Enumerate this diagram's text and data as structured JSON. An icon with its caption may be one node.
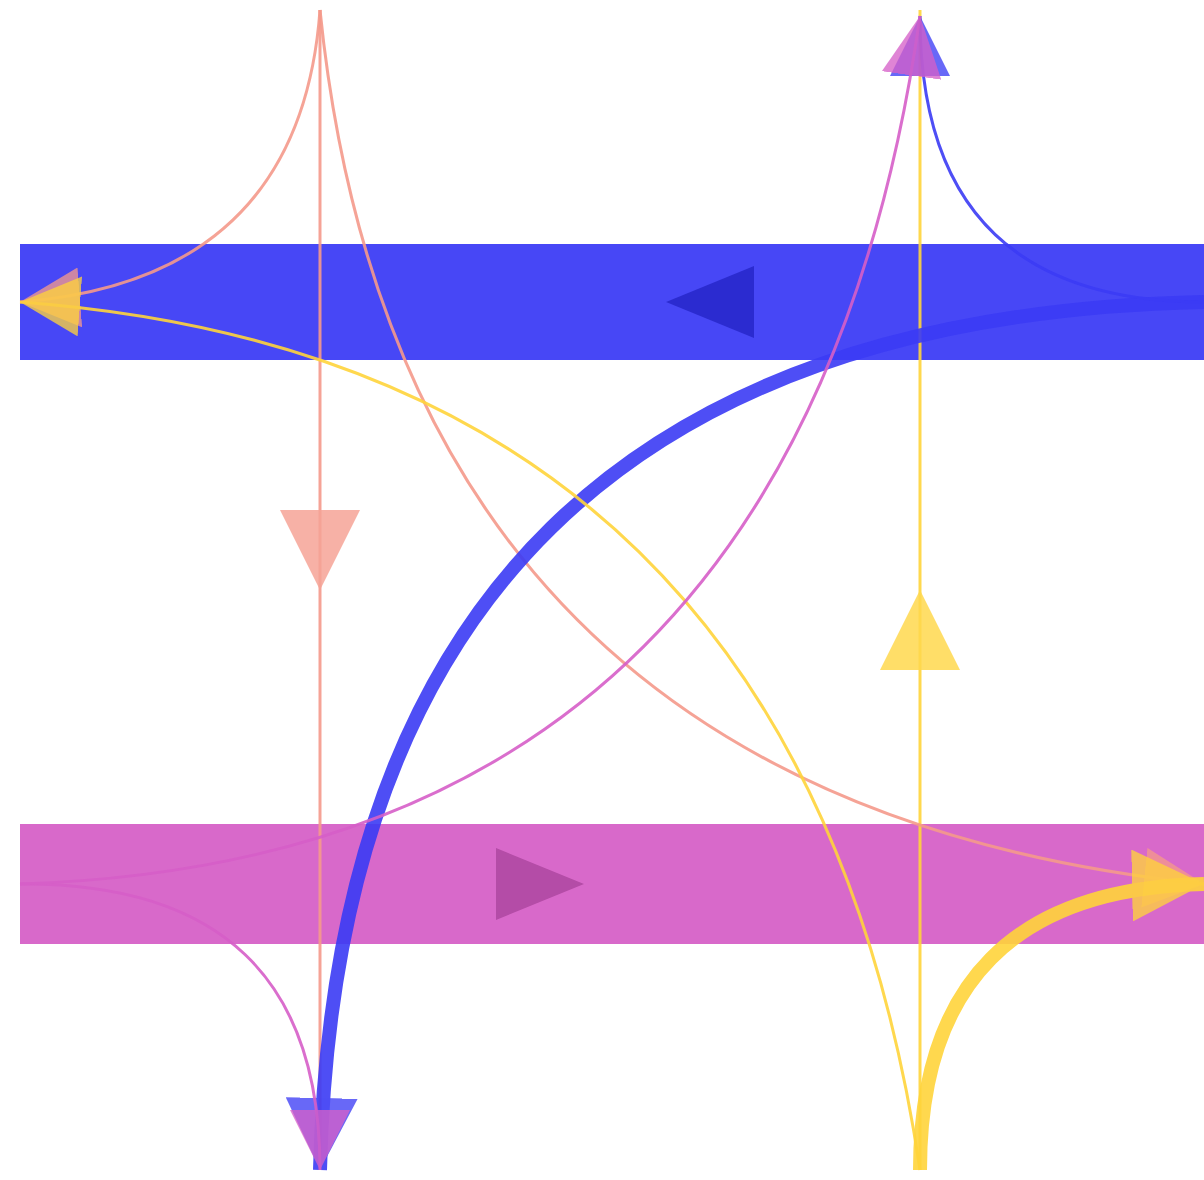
{
  "diagram": {
    "nodes": [
      {
        "text": [],
        "shape": "bar"
      },
      {
        "text": [],
        "shape": "bar"
      }
    ],
    "edges": [
      {
        "from": null,
        "to": 0,
        "arrow": "to",
        "color": "#f59a8b"
      },
      {
        "from": null,
        "to": 1,
        "arrow": "to",
        "color": "#f59a8b"
      },
      {
        "from": 0,
        "to": null,
        "arrow": "to",
        "style": "thick",
        "color": "#3b3bf5"
      },
      {
        "from": 0,
        "to": null,
        "arrow": "to",
        "color": "#3b3bf5"
      },
      {
        "from": null,
        "to": 0,
        "arrow": "to",
        "color": "#ffd43b"
      },
      {
        "from": null,
        "to": 1,
        "arrow": "to",
        "style": "thick",
        "color": "#ffd43b"
      },
      {
        "from": 1,
        "to": null,
        "arrow": "to",
        "color": "#d65fc8"
      },
      {
        "from": 1,
        "to": null,
        "arrow": "to",
        "color": "#d65fc8"
      }
    ]
  }
}
